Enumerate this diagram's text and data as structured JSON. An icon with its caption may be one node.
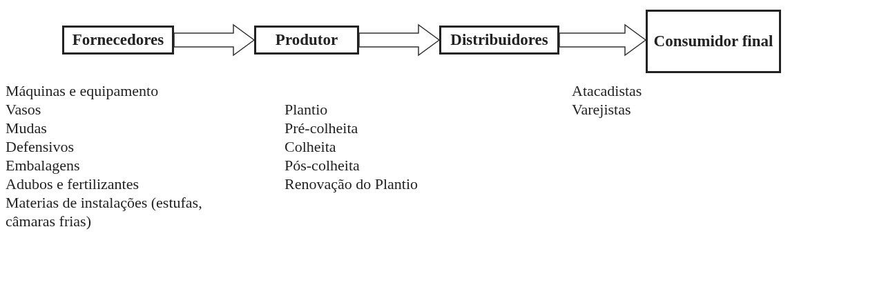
{
  "diagram": {
    "nodes": [
      {
        "text": [
          "Fornecedores"
        ],
        "beside": [
          "Máquinas e equipamento",
          "Vasos",
          "Mudas",
          "Defensivos",
          "Embalagens",
          "Adubos e fertilizantes",
          "Materias de instalações (estufas, câmaras frias)"
        ]
      },
      {
        "text": [
          "Produtor"
        ],
        "beside": [
          "Plantio",
          "Pré-colheita",
          "Colheita",
          "Pós-colheita",
          "Renovação do Plantio"
        ]
      },
      {
        "text": [
          "Distribuidores"
        ],
        "beside": [
          "Atacadistas",
          "Varejistas"
        ]
      },
      {
        "text": [
          "Consumidor final"
        ]
      }
    ],
    "edges": [
      {
        "from": 0,
        "to": 1,
        "arrow": "to"
      },
      {
        "from": 1,
        "to": 2,
        "arrow": "to"
      },
      {
        "from": 2,
        "to": 3,
        "arrow": "to"
      }
    ]
  }
}
